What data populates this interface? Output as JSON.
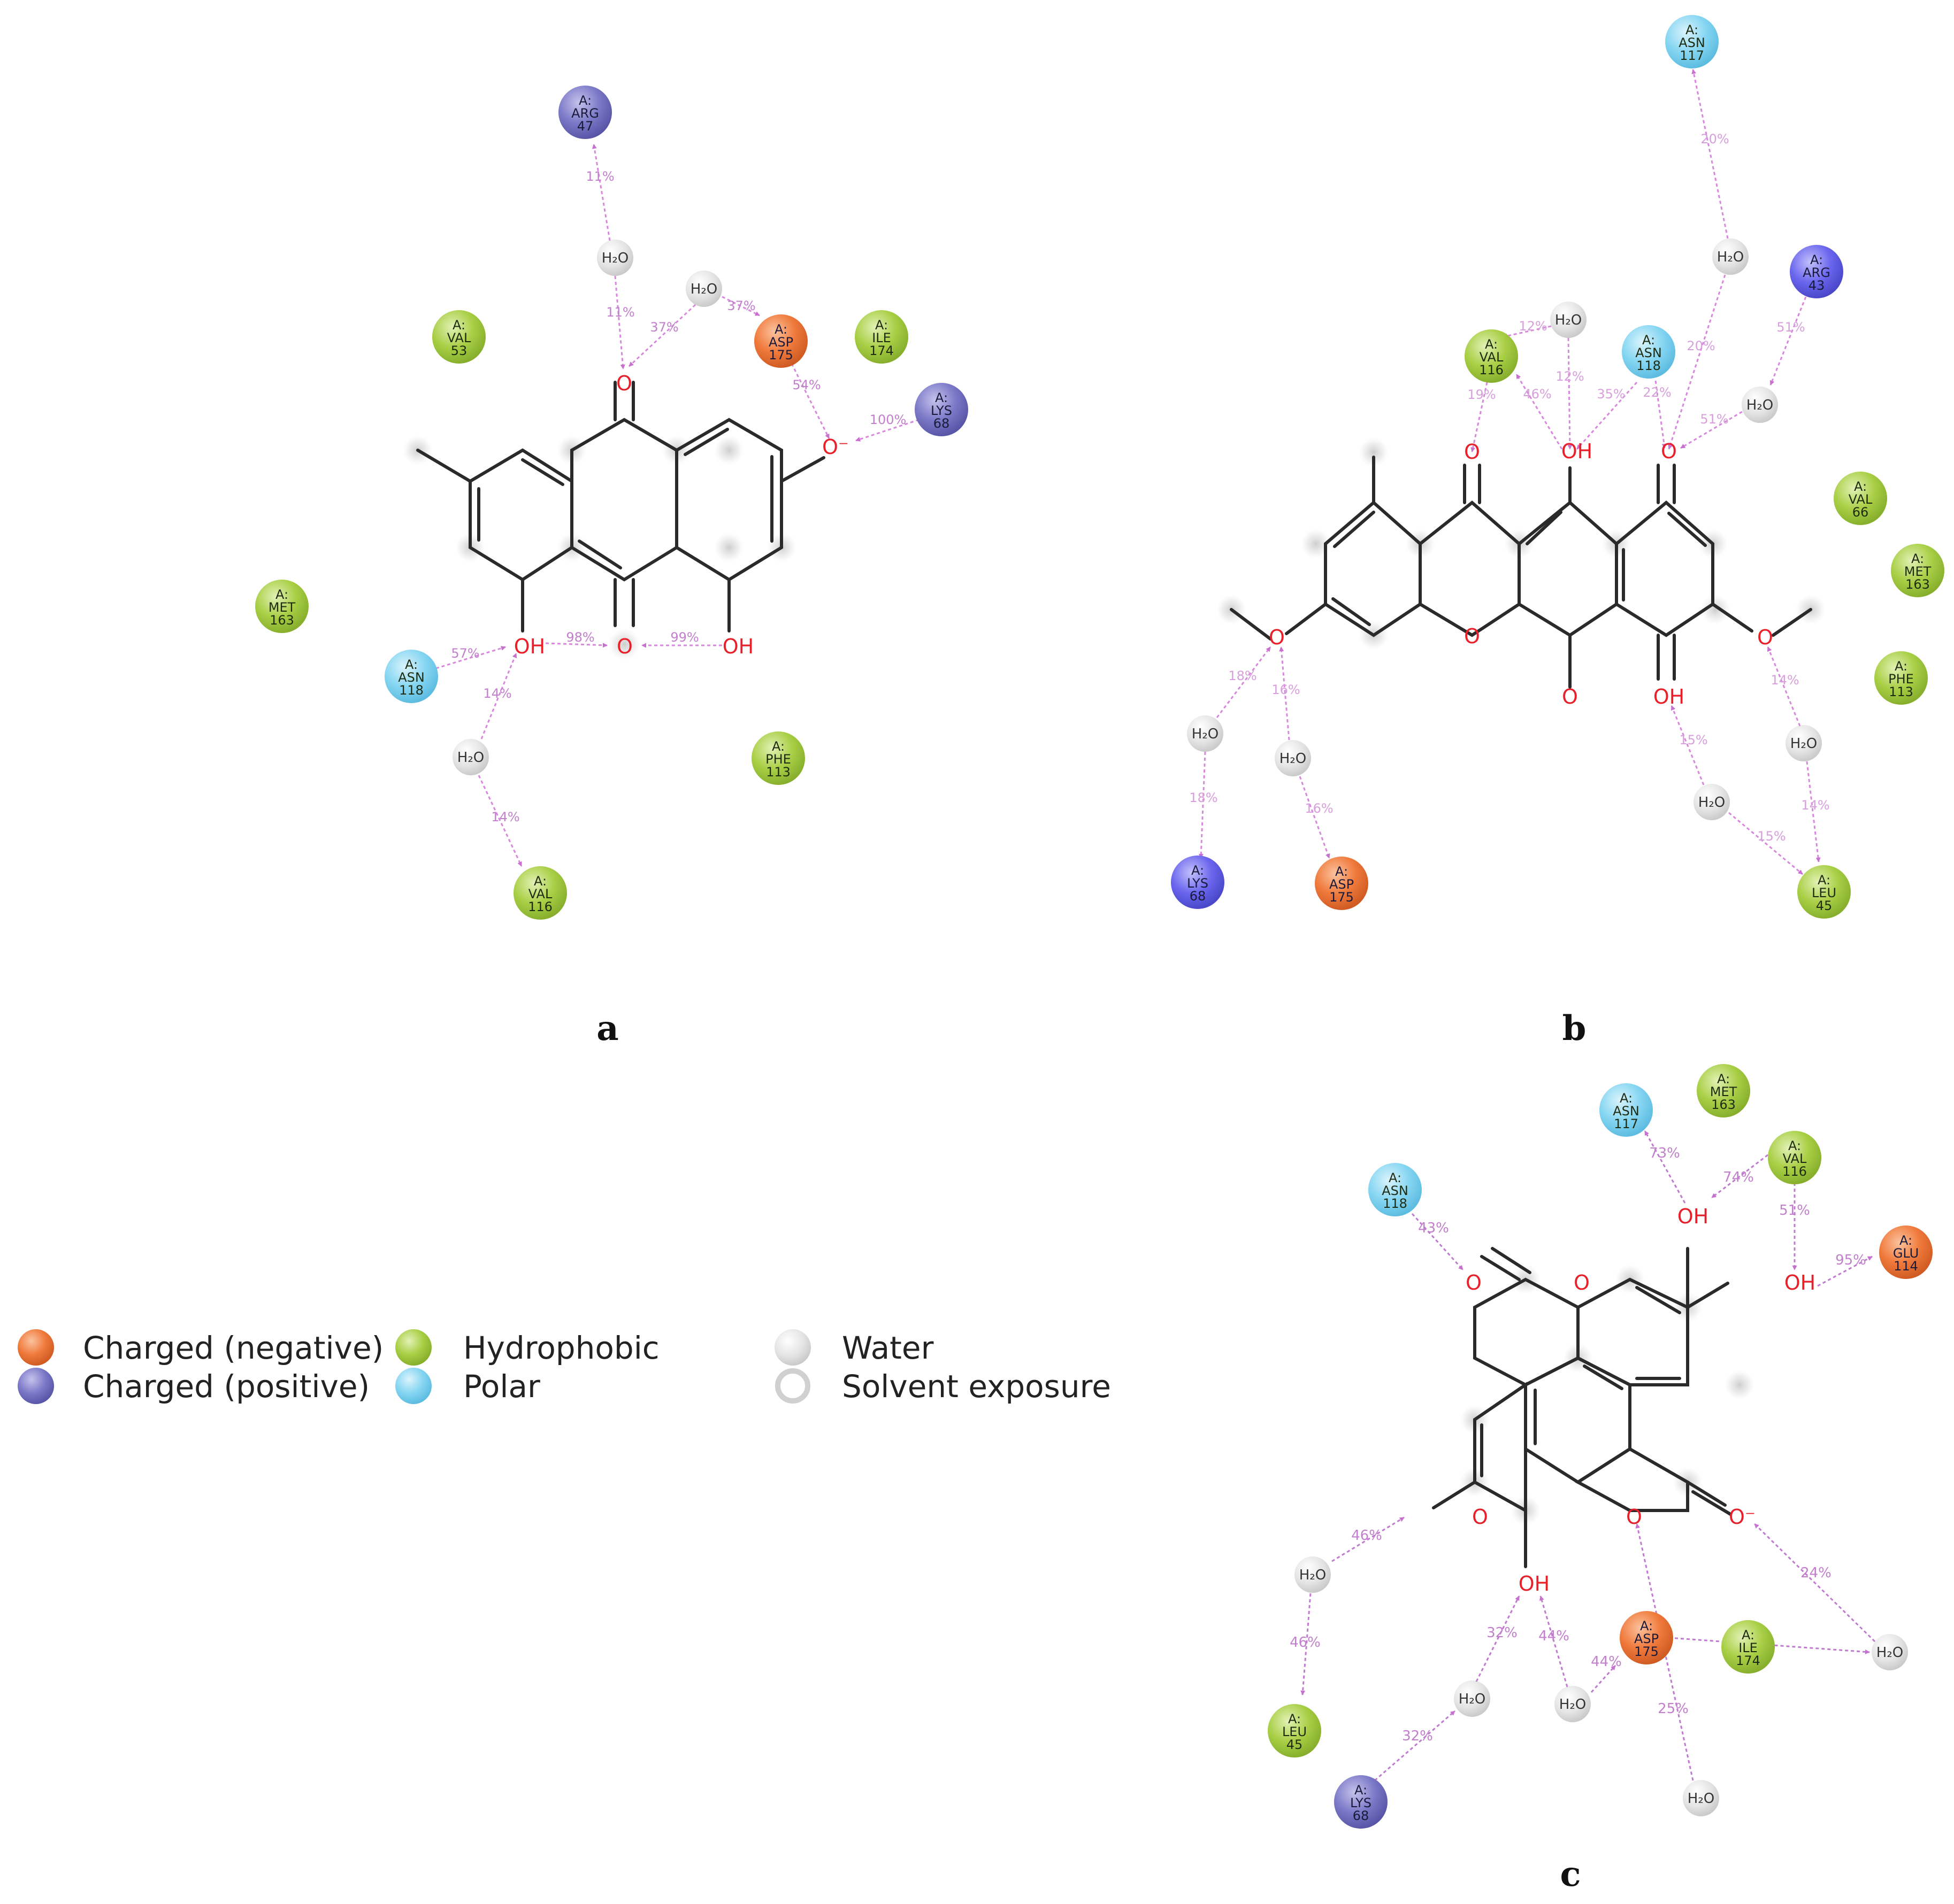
{
  "panel_labels": {
    "a": "a",
    "b": "b",
    "c": "c"
  },
  "legend": {
    "charged_negative": "Charged (negative)",
    "charged_positive": "Charged (positive)",
    "hydrophobic": "Hydrophobic",
    "polar": "Polar",
    "water": "Water",
    "solvent_exposure": "Solvent exposure"
  },
  "colors": {
    "negative": "#f07a3c",
    "positive": "#7c79c8",
    "positive_alt": "#6a66ee",
    "hydrophobic": "#a8cf45",
    "polar": "#86d6f2",
    "water": "#e4e4e4",
    "oxygen": "#e8202a",
    "bond": "#2a2a2a",
    "interaction": "#d070d8"
  },
  "water_label": "H₂O",
  "panels": [
    {
      "id": "a",
      "residues": [
        {
          "chain": "A:",
          "name": "ARG",
          "num": "47",
          "type": "positive"
        },
        {
          "chain": "A:",
          "name": "VAL",
          "num": "53",
          "type": "hydrophobic"
        },
        {
          "chain": "A:",
          "name": "ASP",
          "num": "175",
          "type": "negative"
        },
        {
          "chain": "A:",
          "name": "ILE",
          "num": "174",
          "type": "hydrophobic"
        },
        {
          "chain": "A:",
          "name": "LYS",
          "num": "68",
          "type": "positive"
        },
        {
          "chain": "A:",
          "name": "MET",
          "num": "163",
          "type": "hydrophobic"
        },
        {
          "chain": "A:",
          "name": "ASN",
          "num": "118",
          "type": "polar"
        },
        {
          "chain": "A:",
          "name": "PHE",
          "num": "113",
          "type": "hydrophobic"
        },
        {
          "chain": "A:",
          "name": "VAL",
          "num": "116",
          "type": "hydrophobic"
        }
      ],
      "atoms": [
        "O",
        "O⁻",
        "OH",
        "O",
        "OH"
      ],
      "percentages": [
        "11%",
        "11%",
        "37%",
        "37%",
        "54%",
        "100%",
        "57%",
        "98%",
        "99%",
        "14%",
        "14%"
      ]
    },
    {
      "id": "b",
      "residues": [
        {
          "chain": "A:",
          "name": "ASN",
          "num": "117",
          "type": "polar"
        },
        {
          "chain": "A:",
          "name": "ARG",
          "num": "43",
          "type": "positive_alt"
        },
        {
          "chain": "A:",
          "name": "VAL",
          "num": "116",
          "type": "hydrophobic"
        },
        {
          "chain": "A:",
          "name": "ASN",
          "num": "118",
          "type": "polar"
        },
        {
          "chain": "A:",
          "name": "VAL",
          "num": "66",
          "type": "hydrophobic"
        },
        {
          "chain": "A:",
          "name": "MET",
          "num": "163",
          "type": "hydrophobic"
        },
        {
          "chain": "A:",
          "name": "PHE",
          "num": "113",
          "type": "hydrophobic"
        },
        {
          "chain": "A:",
          "name": "LYS",
          "num": "68",
          "type": "positive_alt"
        },
        {
          "chain": "A:",
          "name": "ASP",
          "num": "175",
          "type": "negative"
        },
        {
          "chain": "A:",
          "name": "LEU",
          "num": "45",
          "type": "hydrophobic"
        }
      ],
      "atoms": [
        "O",
        "OH",
        "O",
        "O",
        "O",
        "O",
        "OH",
        "O"
      ],
      "percentages": [
        "20%",
        "20%",
        "51%",
        "51%",
        "12%",
        "12%",
        "46%",
        "19%",
        "35%",
        "22%",
        "18%",
        "18%",
        "16%",
        "16%",
        "15%",
        "15%",
        "14%",
        "14%"
      ]
    },
    {
      "id": "c",
      "residues": [
        {
          "chain": "A:",
          "name": "MET",
          "num": "163",
          "type": "hydrophobic"
        },
        {
          "chain": "A:",
          "name": "ASN",
          "num": "117",
          "type": "polar"
        },
        {
          "chain": "A:",
          "name": "VAL",
          "num": "116",
          "type": "hydrophobic"
        },
        {
          "chain": "A:",
          "name": "ASN",
          "num": "118",
          "type": "polar"
        },
        {
          "chain": "A:",
          "name": "GLU",
          "num": "114",
          "type": "negative"
        },
        {
          "chain": "A:",
          "name": "ASP",
          "num": "175",
          "type": "negative"
        },
        {
          "chain": "A:",
          "name": "ILE",
          "num": "174",
          "type": "hydrophobic"
        },
        {
          "chain": "A:",
          "name": "LEU",
          "num": "45",
          "type": "hydrophobic"
        },
        {
          "chain": "A:",
          "name": "LYS",
          "num": "68",
          "type": "positive"
        }
      ],
      "atoms": [
        "OH",
        "OH",
        "O",
        "O",
        "O",
        "O",
        "O⁻",
        "OH"
      ],
      "percentages": [
        "73%",
        "74%",
        "51%",
        "95%",
        "43%",
        "46%",
        "46%",
        "32%",
        "44%",
        "44%",
        "32%",
        "25%",
        "24%"
      ]
    }
  ]
}
